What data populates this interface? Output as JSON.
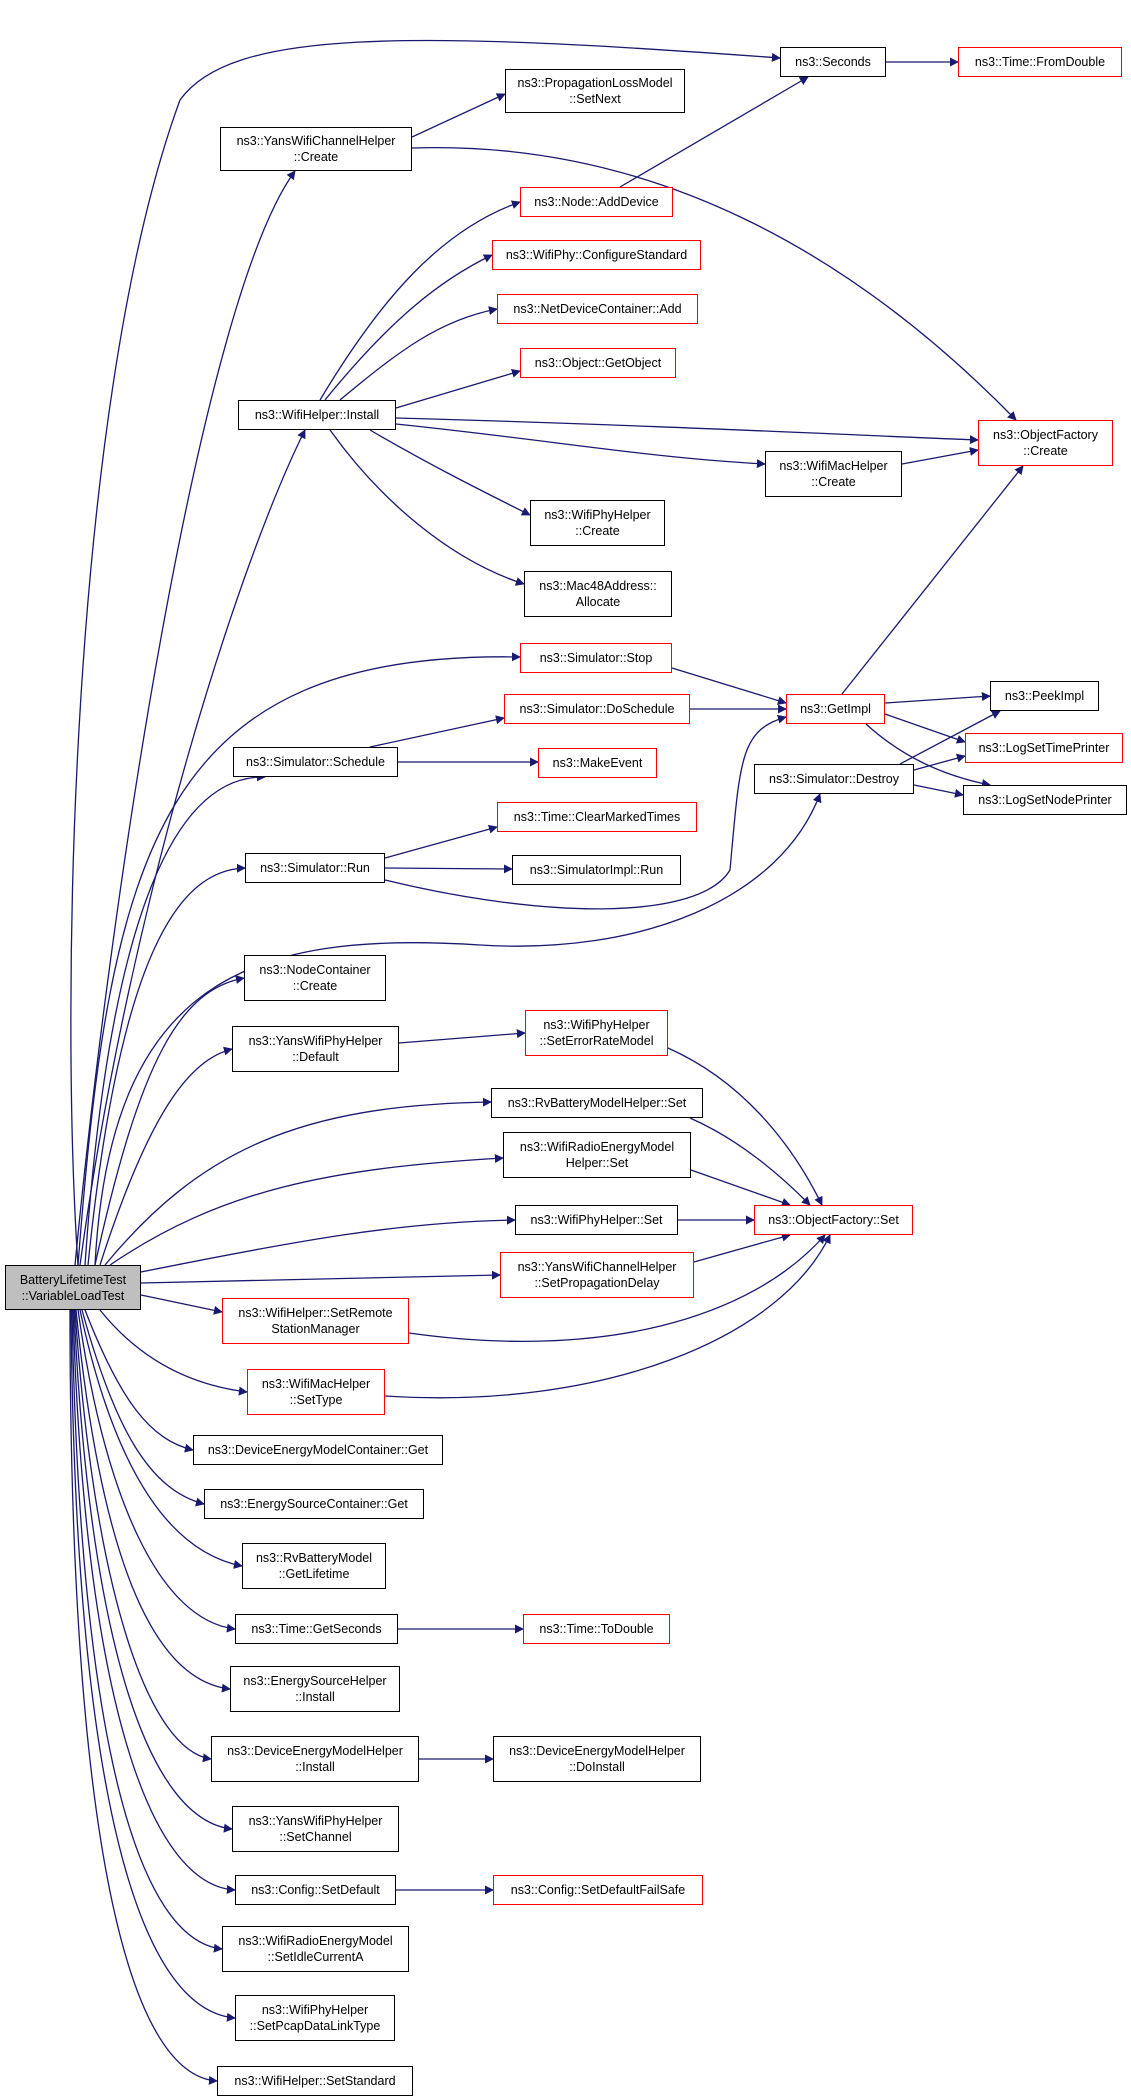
{
  "nodes": [
    {
      "id": "root",
      "label": "BatteryLifetimeTest\n::VariableLoadTest",
      "color": "gray"
    },
    {
      "id": "seconds",
      "label": "ns3::Seconds",
      "color": "black"
    },
    {
      "id": "fromdouble",
      "label": "ns3::Time::FromDouble",
      "color": "red"
    },
    {
      "id": "propnext",
      "label": "ns3::PropagationLossModel\n::SetNext",
      "color": "black"
    },
    {
      "id": "yanschcreate",
      "label": "ns3::YansWifiChannelHelper\n::Create",
      "color": "black"
    },
    {
      "id": "addDevice",
      "label": "ns3::Node::AddDevice",
      "color": "red"
    },
    {
      "id": "configstd",
      "label": "ns3::WifiPhy::ConfigureStandard",
      "color": "red"
    },
    {
      "id": "ndcadd",
      "label": "ns3::NetDeviceContainer::Add",
      "color": "red"
    },
    {
      "id": "getobject",
      "label": "ns3::Object::GetObject",
      "color": "red"
    },
    {
      "id": "wifiinstall",
      "label": "ns3::WifiHelper::Install",
      "color": "black"
    },
    {
      "id": "ofcreate",
      "label": "ns3::ObjectFactory\n::Create",
      "color": "red"
    },
    {
      "id": "macCreate",
      "label": "ns3::WifiMacHelper\n::Create",
      "color": "black"
    },
    {
      "id": "phyCreate",
      "label": "ns3::WifiPhyHelper\n::Create",
      "color": "black"
    },
    {
      "id": "macalloc",
      "label": "ns3::Mac48Address::\nAllocate",
      "color": "black"
    },
    {
      "id": "simstop",
      "label": "ns3::Simulator::Stop",
      "color": "red"
    },
    {
      "id": "doschedule",
      "label": "ns3::Simulator::DoSchedule",
      "color": "red"
    },
    {
      "id": "getimpl",
      "label": "ns3::GetImpl",
      "color": "red"
    },
    {
      "id": "peekimpl",
      "label": "ns3::PeekImpl",
      "color": "black"
    },
    {
      "id": "logtime",
      "label": "ns3::LogSetTimePrinter",
      "color": "red"
    },
    {
      "id": "lognode",
      "label": "ns3::LogSetNodePrinter",
      "color": "black"
    },
    {
      "id": "simschedule",
      "label": "ns3::Simulator::Schedule",
      "color": "black"
    },
    {
      "id": "makeevent",
      "label": "ns3::MakeEvent",
      "color": "red"
    },
    {
      "id": "simdestroy",
      "label": "ns3::Simulator::Destroy",
      "color": "black"
    },
    {
      "id": "clearmarked",
      "label": "ns3::Time::ClearMarkedTimes",
      "color": "red"
    },
    {
      "id": "simrun",
      "label": "ns3::Simulator::Run",
      "color": "black"
    },
    {
      "id": "simimplrun",
      "label": "ns3::SimulatorImpl::Run",
      "color": "black"
    },
    {
      "id": "nccreate",
      "label": "ns3::NodeContainer\n::Create",
      "color": "black"
    },
    {
      "id": "yansphydef",
      "label": "ns3::YansWifiPhyHelper\n::Default",
      "color": "black"
    },
    {
      "id": "seterrrate",
      "label": "ns3::WifiPhyHelper\n::SetErrorRateModel",
      "color": "red"
    },
    {
      "id": "rvbattset",
      "label": "ns3::RvBatteryModelHelper::Set",
      "color": "black"
    },
    {
      "id": "wifiradioset",
      "label": "ns3::WifiRadioEnergyModel\nHelper::Set",
      "color": "black"
    },
    {
      "id": "phyhelperset",
      "label": "ns3::WifiPhyHelper::Set",
      "color": "black"
    },
    {
      "id": "ofset",
      "label": "ns3::ObjectFactory::Set",
      "color": "red"
    },
    {
      "id": "setpropdelay",
      "label": "ns3::YansWifiChannelHelper\n::SetPropagationDelay",
      "color": "red"
    },
    {
      "id": "setremote",
      "label": "ns3::WifiHelper::SetRemote\nStationManager",
      "color": "red"
    },
    {
      "id": "settype",
      "label": "ns3::WifiMacHelper\n::SetType",
      "color": "red"
    },
    {
      "id": "decget",
      "label": "ns3::DeviceEnergyModelContainer::Get",
      "color": "black"
    },
    {
      "id": "escget",
      "label": "ns3::EnergySourceContainer::Get",
      "color": "black"
    },
    {
      "id": "rvlifetime",
      "label": "ns3::RvBatteryModel\n::GetLifetime",
      "color": "black"
    },
    {
      "id": "getseconds",
      "label": "ns3::Time::GetSeconds",
      "color": "black"
    },
    {
      "id": "todouble",
      "label": "ns3::Time::ToDouble",
      "color": "red"
    },
    {
      "id": "eshinstall",
      "label": "ns3::EnergySourceHelper\n::Install",
      "color": "black"
    },
    {
      "id": "demhinstall",
      "label": "ns3::DeviceEnergyModelHelper\n::Install",
      "color": "black"
    },
    {
      "id": "doinstall",
      "label": "ns3::DeviceEnergyModelHelper\n::DoInstall",
      "color": "black"
    },
    {
      "id": "setchannel",
      "label": "ns3::YansWifiPhyHelper\n::SetChannel",
      "color": "black"
    },
    {
      "id": "setdefault",
      "label": "ns3::Config::SetDefault",
      "color": "black"
    },
    {
      "id": "setdefaultfs",
      "label": "ns3::Config::SetDefaultFailSafe",
      "color": "red"
    },
    {
      "id": "setidle",
      "label": "ns3::WifiRadioEnergyModel\n::SetIdleCurrentA",
      "color": "black"
    },
    {
      "id": "setpcap",
      "label": "ns3::WifiPhyHelper\n::SetPcapDataLinkType",
      "color": "black"
    },
    {
      "id": "setstandard",
      "label": "ns3::WifiHelper::SetStandard",
      "color": "black"
    }
  ],
  "colors": {
    "edge": "#191970",
    "red_border": "#ff0000",
    "black_border": "#000000",
    "root_fill": "#bfbfbf"
  }
}
